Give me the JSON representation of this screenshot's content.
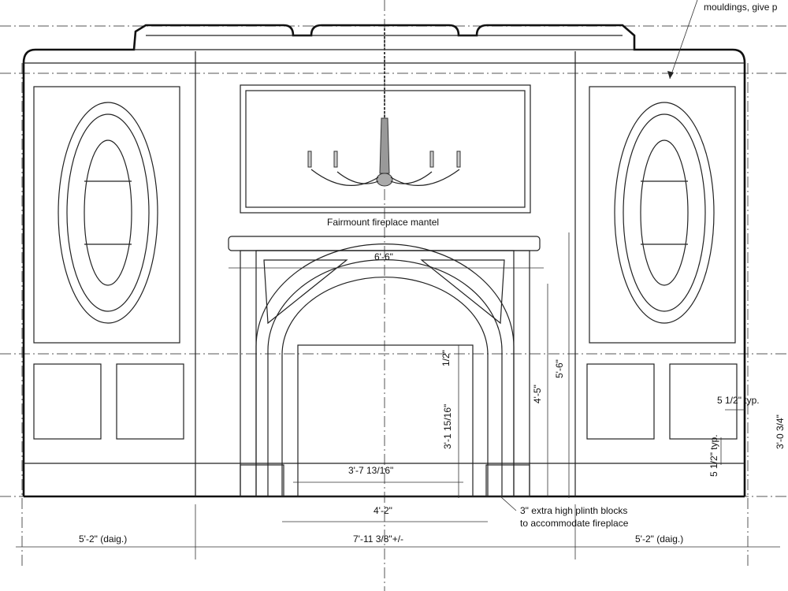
{
  "title_note": "mouldings, give p",
  "mantel_label": "Fairmount fireplace mantel",
  "dimensions": {
    "mantel_width": "6'-6\"",
    "half_inch": "1/2\"",
    "mantel_height": "5'-6\"",
    "surround_height": "4'-5\"",
    "opening_height": "3'-1 15/16\"",
    "opening_width": "3'-7 13/16\"",
    "hearth_width": "4'-2\"",
    "left_width": "5'-2\" (daig.)",
    "center_width": "7'-11 3/8\"+/-",
    "right_width": "5'-2\" (daig.)",
    "stile_typ_h": "5 1/2\" typ.",
    "stile_typ_v": "5 1/2\" typ.",
    "dado_height": "3'-0 3/4\""
  },
  "plinth_note": [
    "3\" extra high plinth blocks",
    "to accommodate fireplace"
  ]
}
